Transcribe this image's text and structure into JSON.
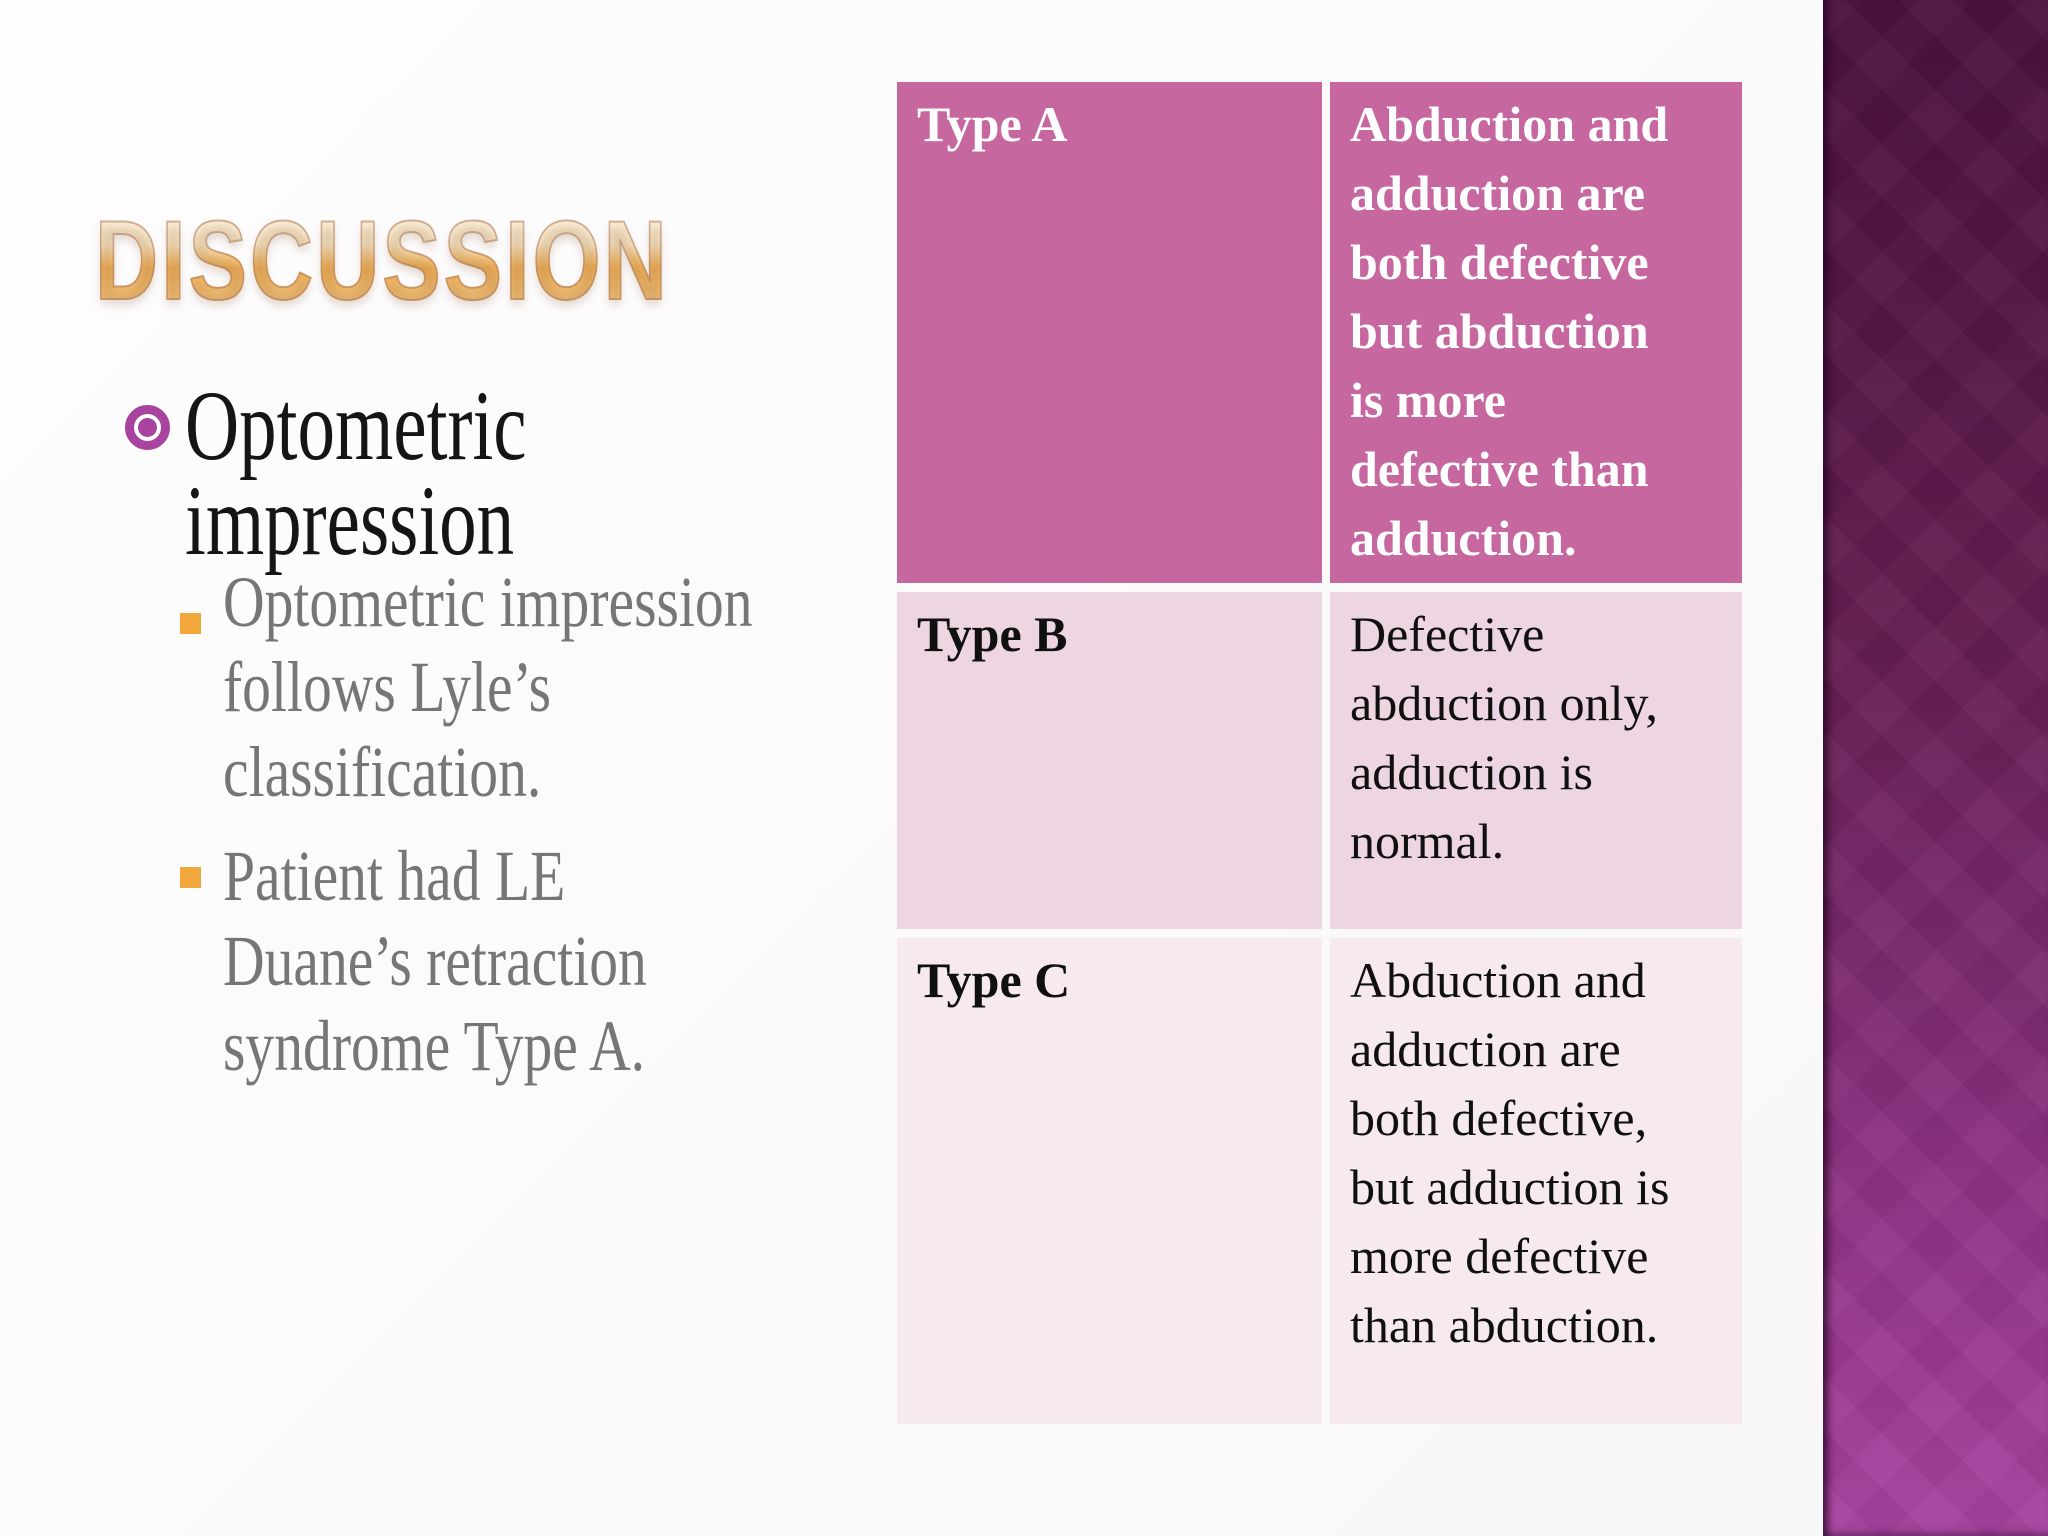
{
  "title": "DISCUSSION",
  "content": {
    "main_bullet": "Optometric\nimpression",
    "sub_bullets": [
      "Optometric impression\nfollows Lyle’s\nclassification.",
      "Patient had LE\nDuane’s retraction\nsyndrome Type A."
    ]
  },
  "table": {
    "rows": [
      {
        "label": "Type A",
        "description": "Abduction and\nadduction are\nboth defective\nbut abduction\nis more\ndefective than\nadduction."
      },
      {
        "label": "Type B",
        "description": "Defective\nabduction only,\nadduction is\nnormal."
      },
      {
        "label": "Type C",
        "description": "Abduction and\nadduction are\nboth defective,\nbut adduction is\nmore defective\nthan abduction."
      }
    ]
  },
  "icons": {
    "main_bullet": "ring-target-icon",
    "sub_bullet": "square-icon"
  },
  "colors": {
    "title_gold": "#f0b059",
    "table_header_row": "#c6689f",
    "table_row_b": "#edd6e2",
    "table_row_c": "#f6eaf0",
    "bullet_ring_purple": "#a8449f",
    "bullet_square_orange": "#f2a73d",
    "body_gray_text": "#787579",
    "sidebar_gradient_top": "#4a1140",
    "sidebar_gradient_bottom": "#a843a0"
  }
}
